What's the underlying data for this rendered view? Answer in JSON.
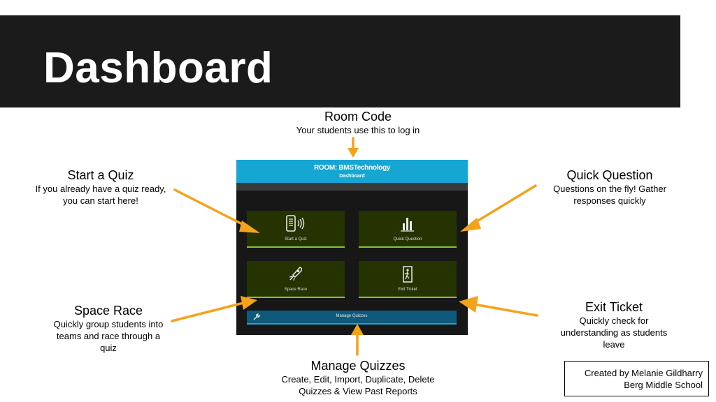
{
  "slide": {
    "title": "Dashboard"
  },
  "callouts": {
    "room_code": {
      "head": "Room Code",
      "desc": "Your students use this to log in"
    },
    "start_quiz": {
      "head": "Start a Quiz",
      "desc1": "If you already have a quiz ready,",
      "desc2": "you can start here!"
    },
    "quick_question": {
      "head": "Quick Question",
      "desc1": "Questions on the fly! Gather",
      "desc2": "responses quickly"
    },
    "space_race": {
      "head": "Space Race",
      "desc1": "Quickly group students into",
      "desc2": "teams and race through a",
      "desc3": "quiz"
    },
    "exit_ticket": {
      "head": "Exit Ticket",
      "desc1": "Quickly check for",
      "desc2": "understanding as students",
      "desc3": "leave"
    },
    "manage_quizzes": {
      "head": "Manage Quizzes",
      "desc1": "Create, Edit, Import, Duplicate, Delete",
      "desc2": "Quizzes & View Past Reports"
    }
  },
  "app": {
    "room": "ROOM: BMSTechnology",
    "subtitle": "Dashboard",
    "tiles": {
      "start_quiz": "Start a Quiz",
      "quick_question": "Quick Question",
      "space_race": "Space Race",
      "exit_ticket": "Exit Ticket"
    },
    "manage": "Manage Quizzes"
  },
  "credit": {
    "line1": "Created by Melanie Gildharry",
    "line2": "Berg Middle School"
  },
  "colors": {
    "title_bar": "#1b1b1b",
    "app_header": "#15a6d4",
    "tile_bg": "#243300",
    "tile_accent": "#86c43e",
    "manage_bg": "#0f5a7a",
    "arrow": "#f5a21b"
  }
}
